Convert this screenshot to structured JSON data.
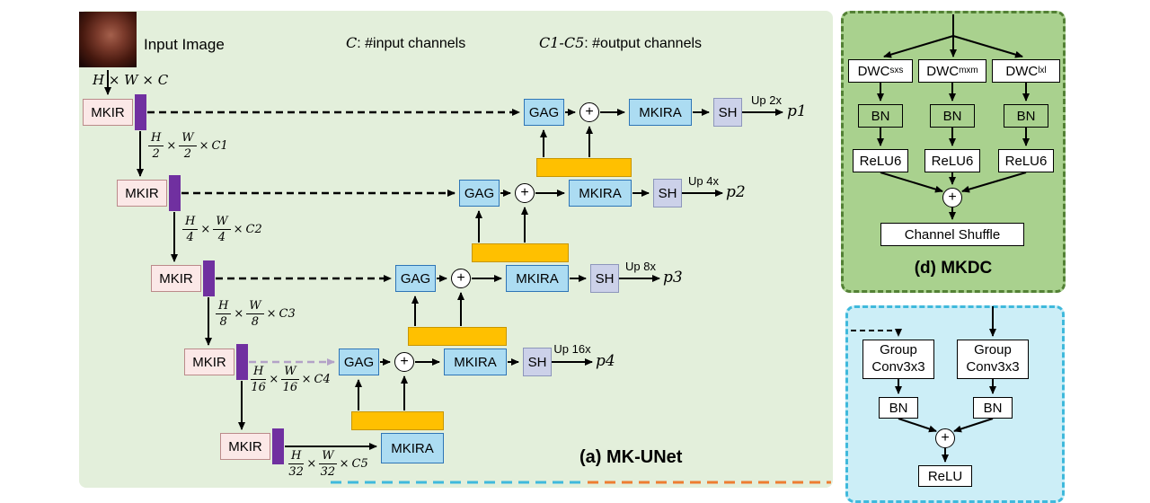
{
  "panel_a": {
    "title": "(a) MK-UNet",
    "input_image_label": "Input Image",
    "legend": {
      "c_term": "C",
      "c_desc": ": #input channels",
      "c15_term": "C1-C5",
      "c15_desc": ": #output channels"
    },
    "input_dims": "H × W × C",
    "times": "×",
    "plus": "+",
    "rows": [
      {
        "mkir": "MKIR",
        "gag": "GAG",
        "mkira": "MKIRA",
        "sh": "SH",
        "up": "Up 2x",
        "p": "p1",
        "dim": {
          "n1": "H",
          "d1": "2",
          "n2": "W",
          "d2": "2",
          "c": "C1"
        }
      },
      {
        "mkir": "MKIR",
        "gag": "GAG",
        "mkira": "MKIRA",
        "sh": "SH",
        "up": "Up 4x",
        "p": "p2",
        "dim": {
          "n1": "H",
          "d1": "4",
          "n2": "W",
          "d2": "4",
          "c": "C2"
        }
      },
      {
        "mkir": "MKIR",
        "gag": "GAG",
        "mkira": "MKIRA",
        "sh": "SH",
        "up": "Up 8x",
        "p": "p3",
        "dim": {
          "n1": "H",
          "d1": "8",
          "n2": "W",
          "d2": "8",
          "c": "C3"
        }
      },
      {
        "mkir": "MKIR",
        "gag": "GAG",
        "mkira": "MKIRA",
        "sh": "SH",
        "up": "Up 16x",
        "p": "p4",
        "dim": {
          "n1": "H",
          "d1": "16",
          "n2": "W",
          "d2": "16",
          "c": "C4"
        }
      },
      {
        "mkir": "MKIR",
        "mkira": "MKIRA",
        "dim": {
          "n1": "H",
          "d1": "32",
          "n2": "W",
          "d2": "32",
          "c": "C5"
        }
      }
    ]
  },
  "panel_d": {
    "title": "(d) MKDC",
    "plus": "+",
    "shuffle": "Channel Shuffle",
    "branches": [
      {
        "dwc": "DWC",
        "sub": "sxs",
        "bn": "BN",
        "relu": "ReLU6"
      },
      {
        "dwc": "DWC",
        "sub": "mxm",
        "bn": "BN",
        "relu": "ReLU6"
      },
      {
        "dwc": "DWC",
        "sub": "lxl",
        "bn": "BN",
        "relu": "ReLU6"
      }
    ]
  },
  "panel_e": {
    "conv_line1": "Group",
    "conv_line2": "Conv3x3",
    "bn": "BN",
    "plus": "+",
    "relu": "ReLU"
  },
  "colors": {
    "panel_a_bg": "#e3efdb",
    "mkdc_bg": "#a9d18e",
    "mkdc_border": "#538135",
    "cyan_bg": "#cceef7",
    "cyan_border": "#3fb9dc",
    "mkir_fill": "#fbe8e7",
    "mkir_border": "#bb8a8a",
    "purple": "#7030a0",
    "blue_fill": "#acdcf2",
    "blue_border": "#2e75b6",
    "sh_fill": "#ccd1e9",
    "sh_border": "#8d96bb",
    "orange": "#ffc000",
    "skip_purple": "#b3a2c7",
    "cut_teal": "#3fb9dc",
    "cut_orange": "#ed7d31"
  }
}
